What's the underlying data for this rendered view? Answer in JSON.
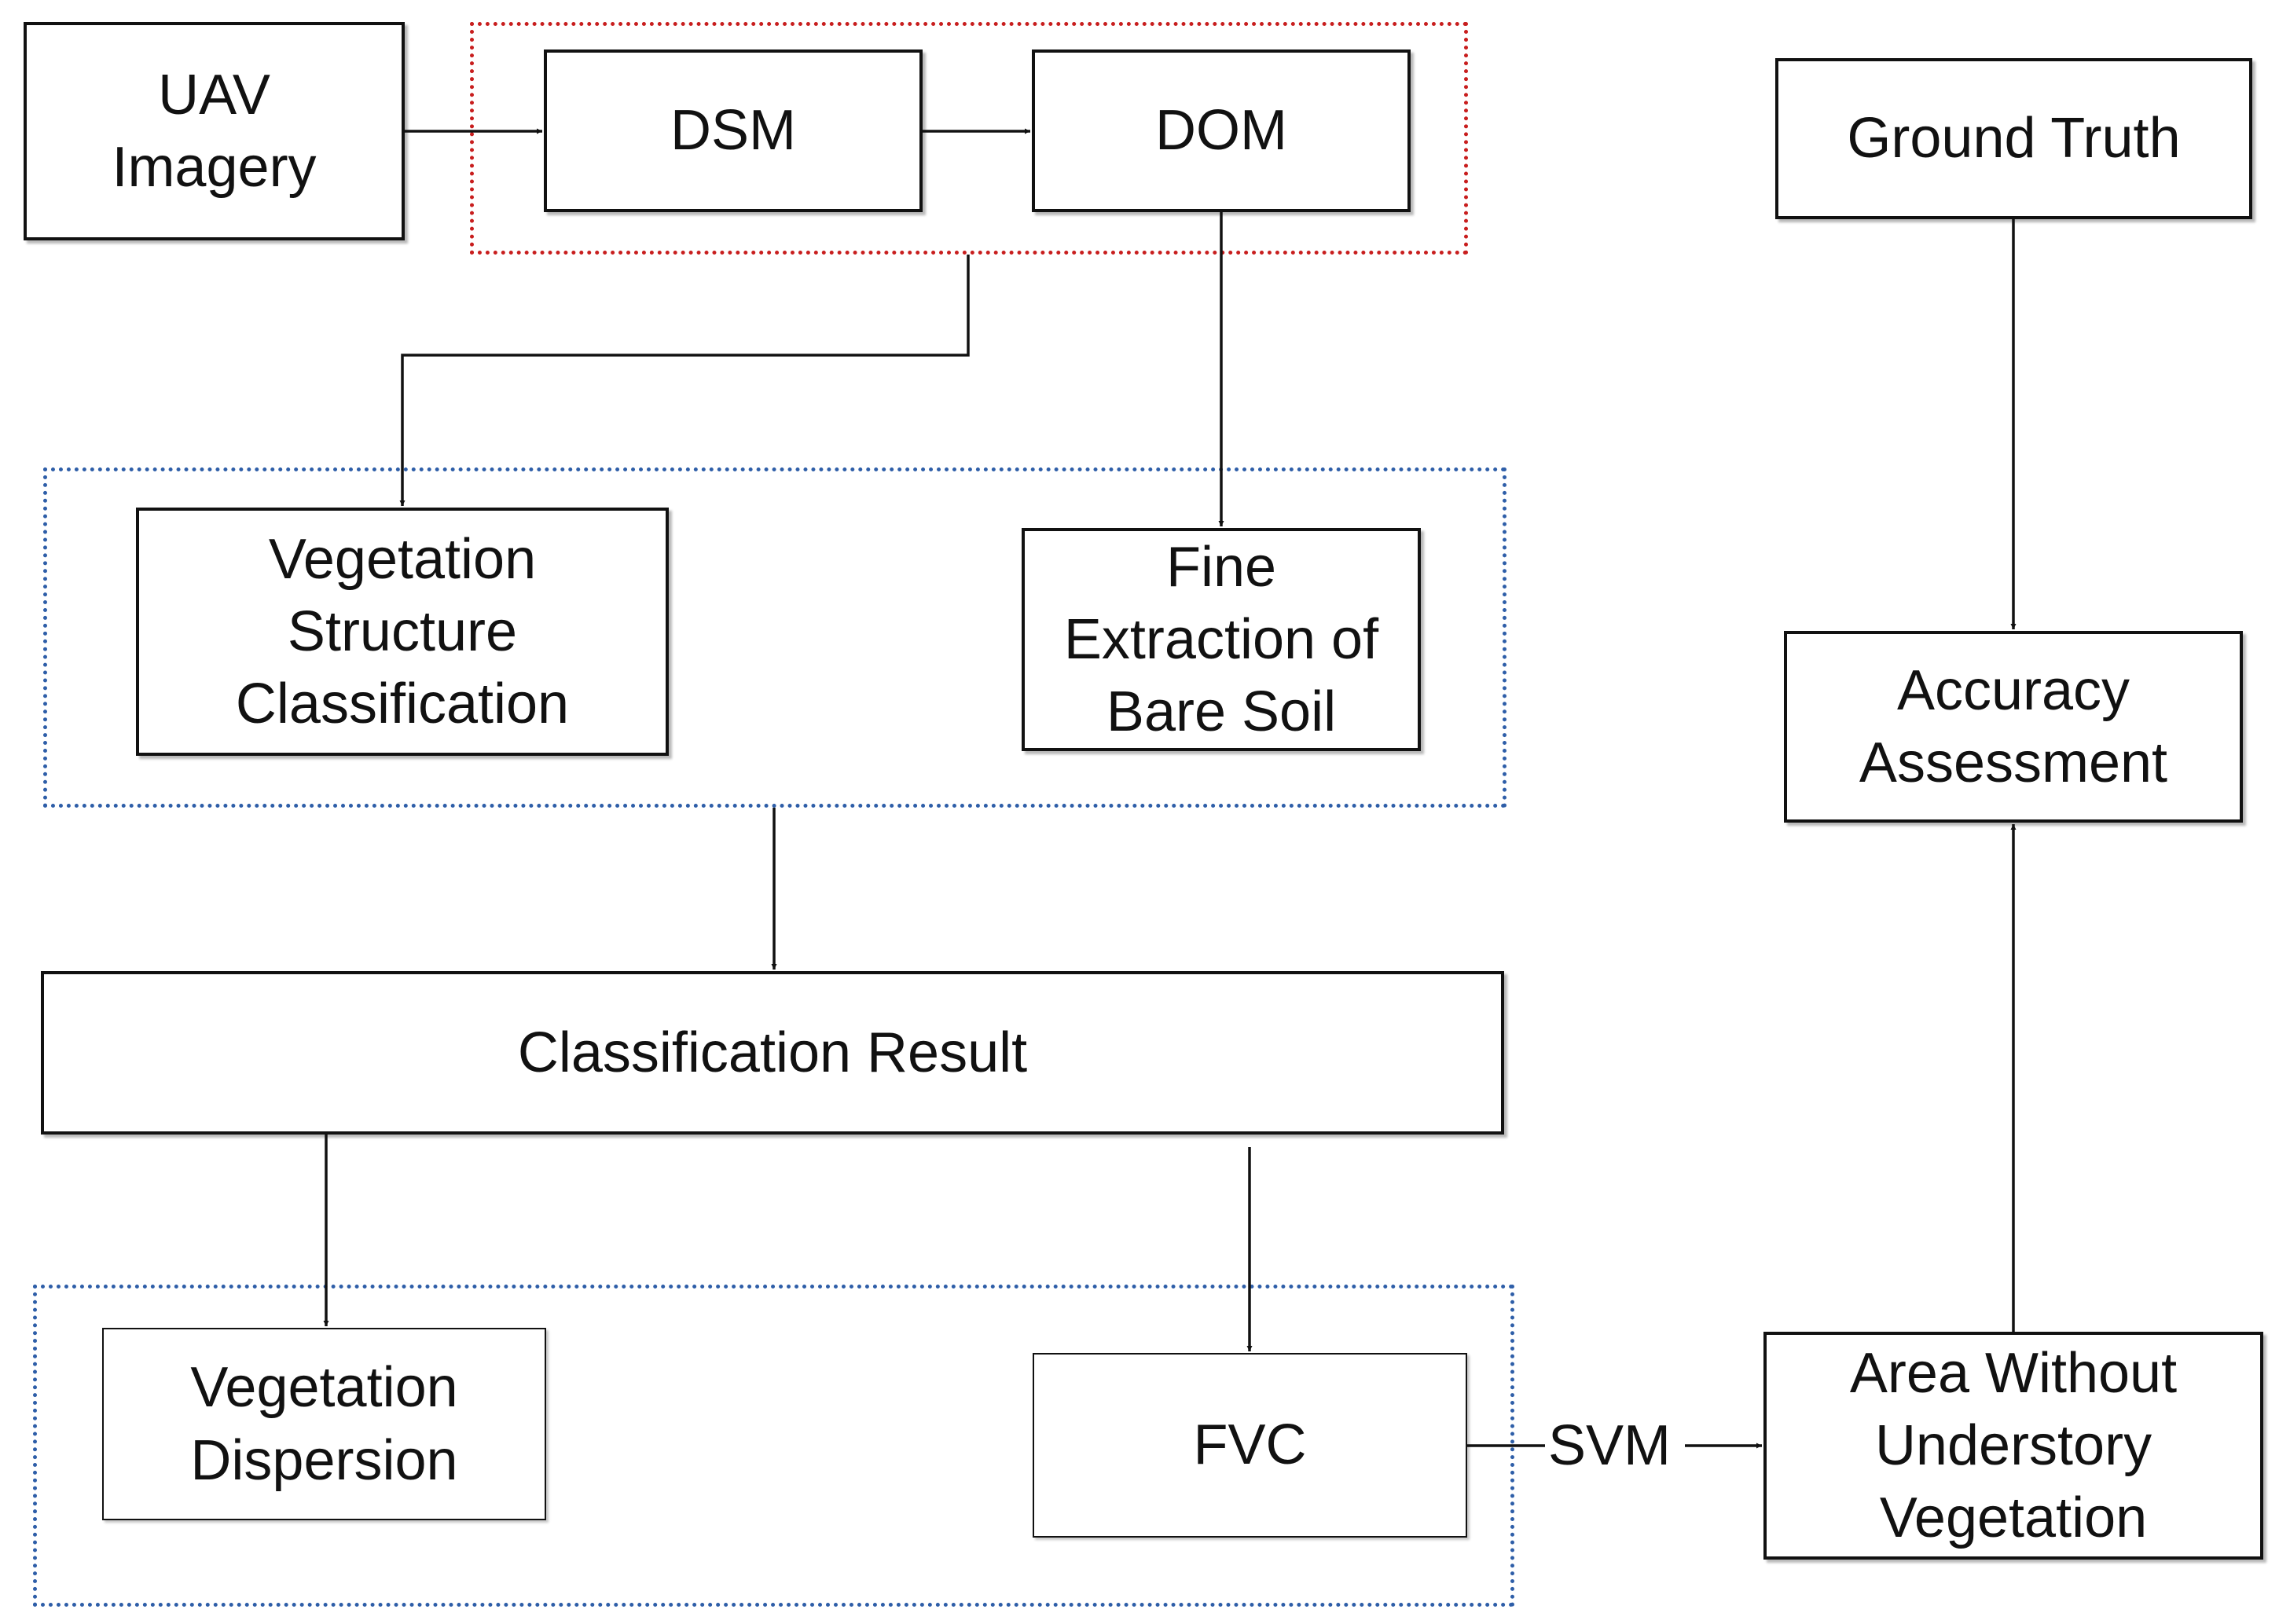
{
  "diagram": {
    "nodes": {
      "uav_imagery": "UAV\nImagery",
      "dsm": "DSM",
      "dom": "DOM",
      "ground_truth": "Ground Truth",
      "vegetation_structure_classification": "Vegetation\nStructure\nClassification",
      "fine_extraction_bare_soil": "Fine\nExtraction of\nBare Soil",
      "accuracy_assessment": "Accuracy\nAssessment",
      "classification_result": "Classification Result",
      "vegetation_dispersion": "Vegetation\nDispersion",
      "fvc": "FVC",
      "area_without_understory": "Area Without\nUnderstory\nVegetation"
    },
    "edge_labels": {
      "svm": "SVM"
    },
    "colors": {
      "line": "#111111",
      "group_red": "#c81e1e",
      "group_blue": "#2e5ea8"
    }
  }
}
